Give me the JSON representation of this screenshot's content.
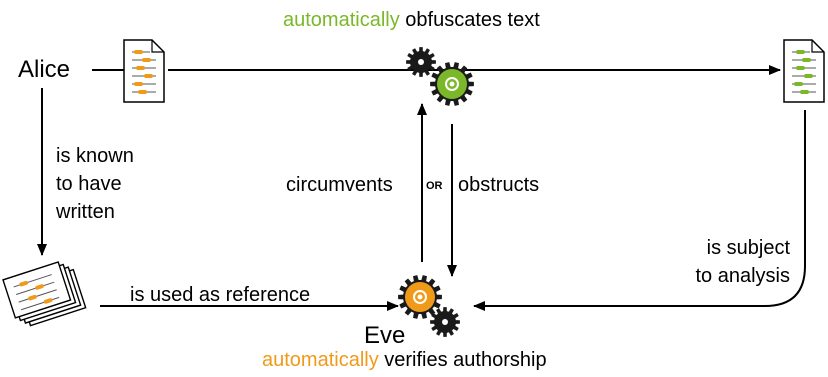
{
  "title": {
    "prefix": "automatically",
    "suffix": " obfuscates text"
  },
  "alice": "Alice",
  "eve": "Eve",
  "edges": {
    "known_line1": "is known",
    "known_line2": "to have",
    "known_line3": "written",
    "reference": "is used as reference",
    "circumvents": "circumvents",
    "or": "OR",
    "obstructs": "obstructs",
    "subject_line1": "is subject",
    "subject_line2": "to analysis"
  },
  "bottom_caption": {
    "prefix": "automatically",
    "suffix": " verifies authorship"
  },
  "colors": {
    "green": "#7ab829",
    "orange": "#f09a1a",
    "gear_black": "#1a1a1a"
  },
  "icons": [
    "document-icon (orange lines)",
    "gear-icon (green)",
    "gear-icon (black)",
    "document-icon (green lines)",
    "document-stack-icon",
    "gear-icon (orange)"
  ]
}
